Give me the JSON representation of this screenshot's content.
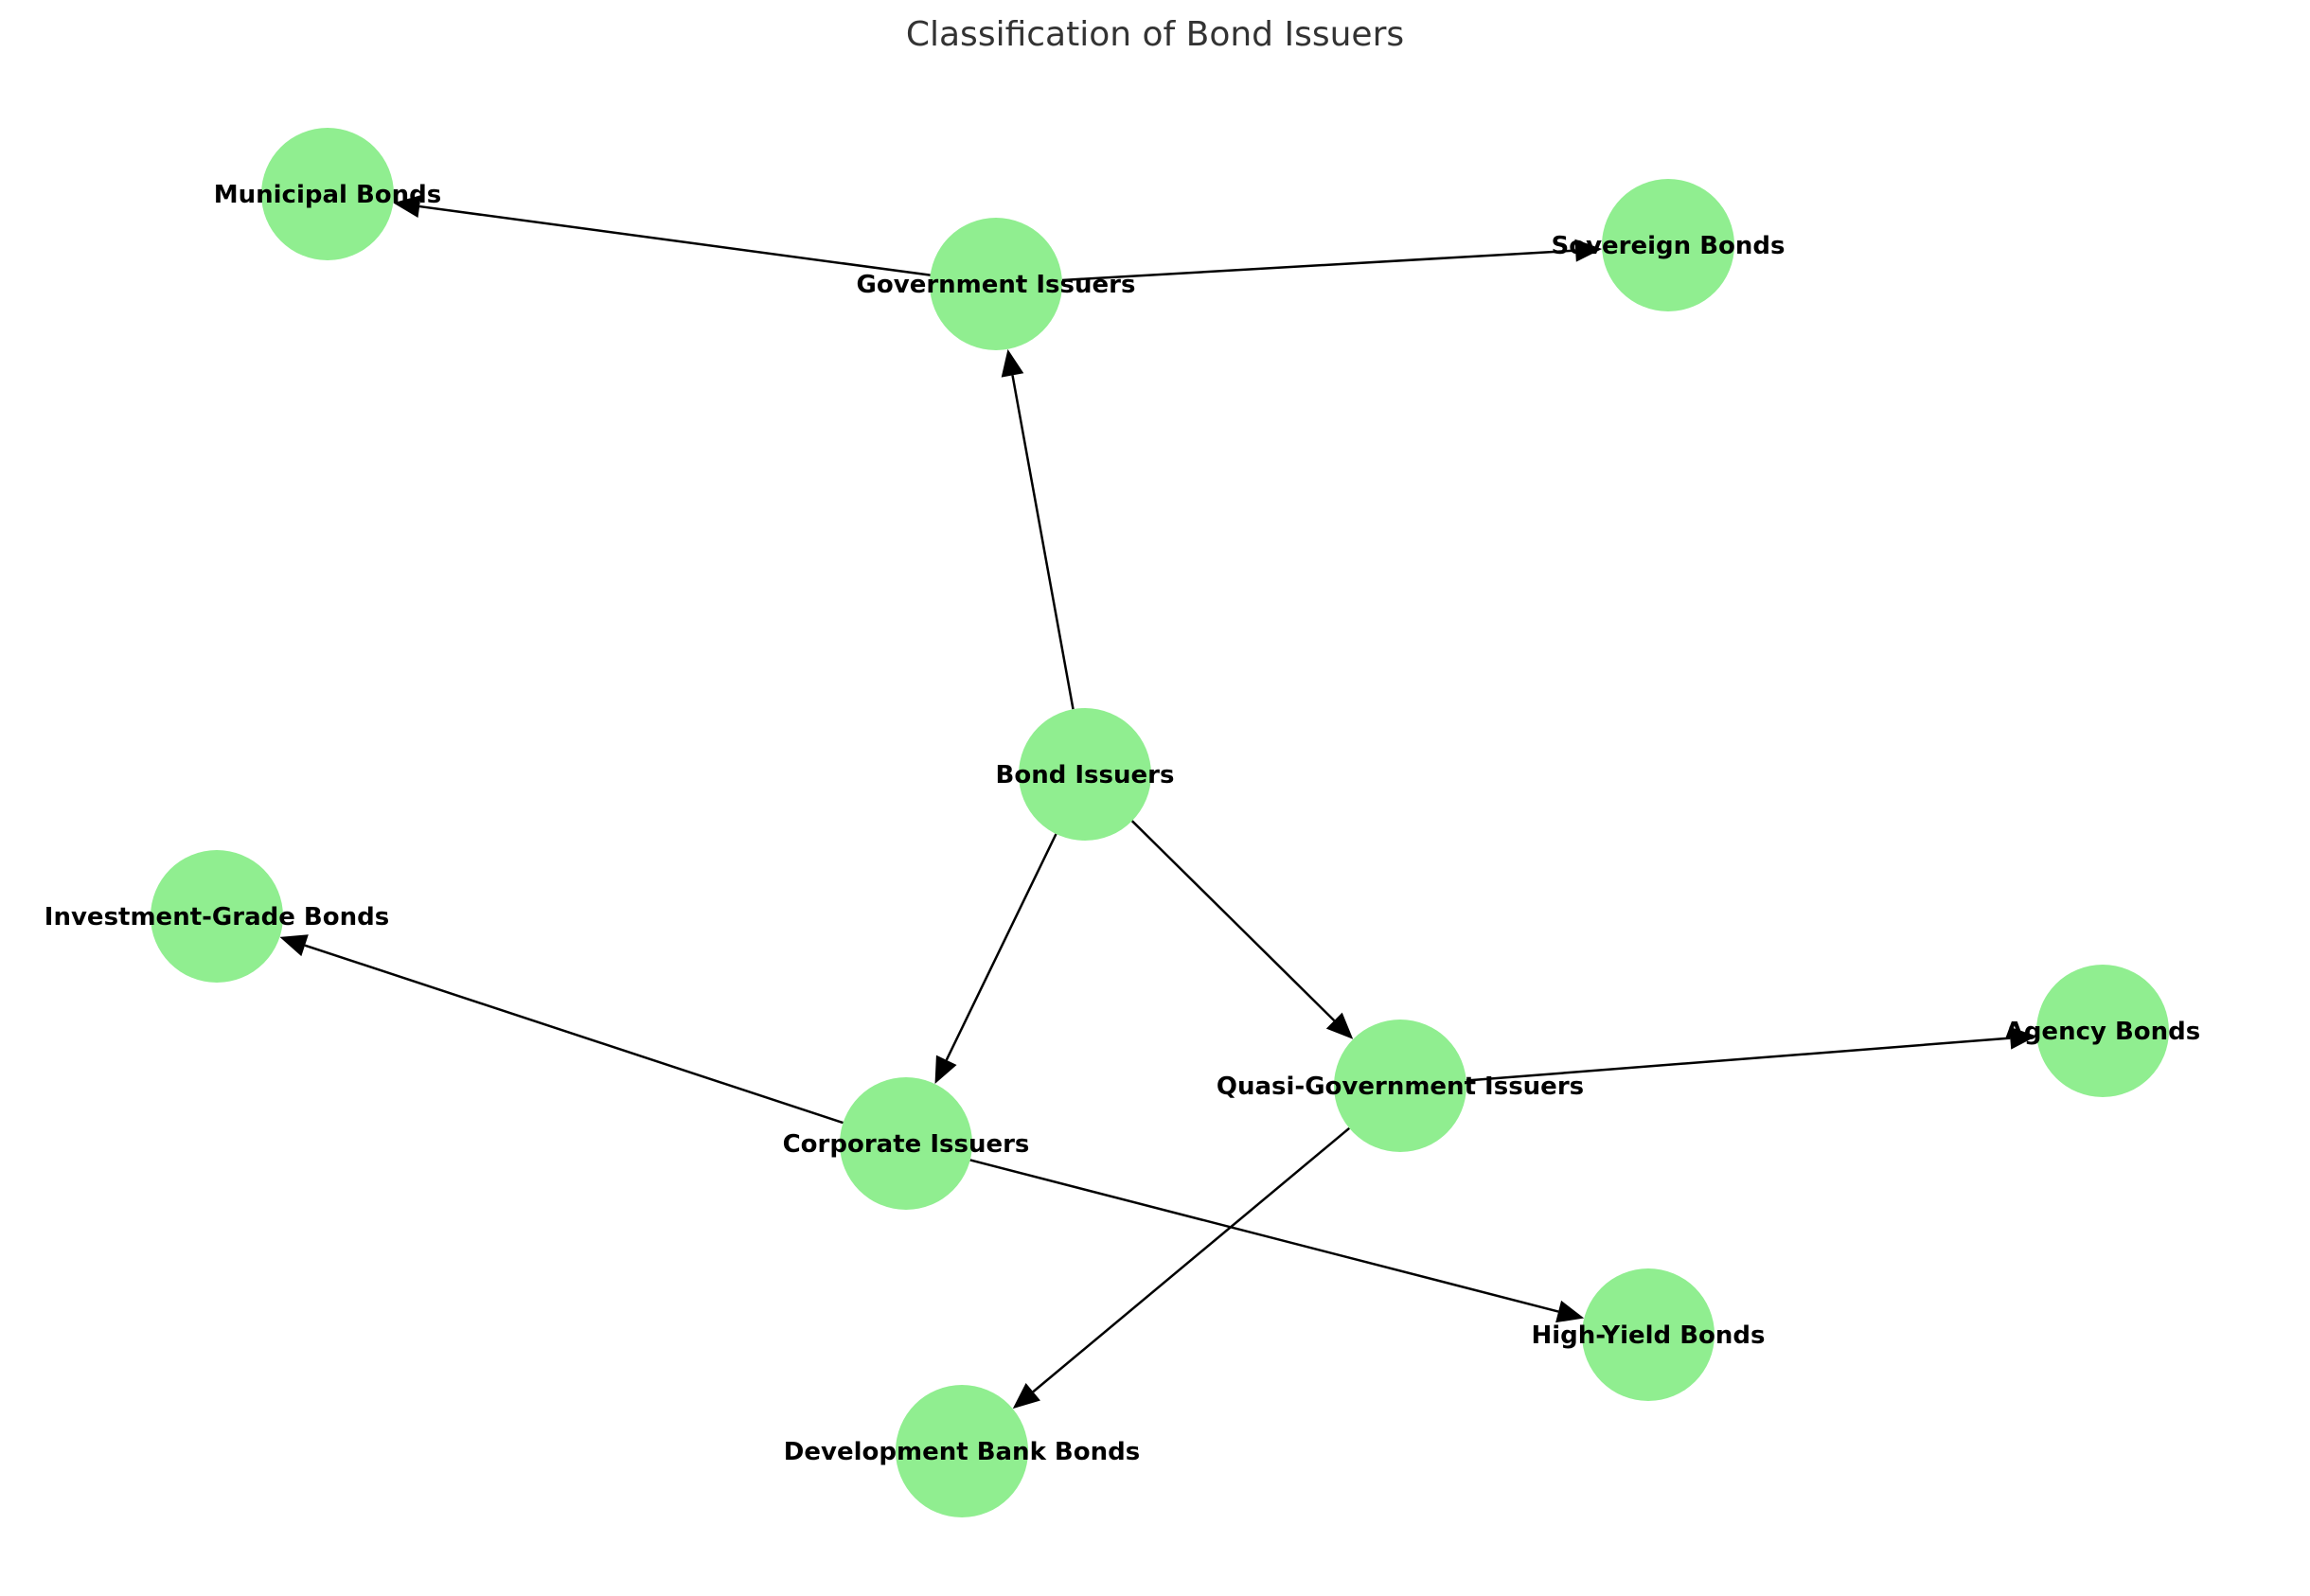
{
  "title": "Classification of Bond Issuers",
  "colors": {
    "node_fill": "#90EE90",
    "edge": "#000000",
    "label": "#000000",
    "title": "#333333"
  },
  "nodes": [
    {
      "id": "bond-issuers",
      "label": "Bond Issuers"
    },
    {
      "id": "government-issuers",
      "label": "Government Issuers"
    },
    {
      "id": "corporate-issuers",
      "label": "Corporate Issuers"
    },
    {
      "id": "quasi-government-issuers",
      "label": "Quasi-Government Issuers"
    },
    {
      "id": "municipal-bonds",
      "label": "Municipal Bonds"
    },
    {
      "id": "sovereign-bonds",
      "label": "Sovereign Bonds"
    },
    {
      "id": "investment-grade-bonds",
      "label": "Investment-Grade Bonds"
    },
    {
      "id": "high-yield-bonds",
      "label": "High-Yield Bonds"
    },
    {
      "id": "agency-bonds",
      "label": "Agency Bonds"
    },
    {
      "id": "development-bank-bonds",
      "label": "Development Bank Bonds"
    }
  ],
  "edges": [
    {
      "from": "bond-issuers",
      "to": "government-issuers"
    },
    {
      "from": "bond-issuers",
      "to": "corporate-issuers"
    },
    {
      "from": "bond-issuers",
      "to": "quasi-government-issuers"
    },
    {
      "from": "government-issuers",
      "to": "municipal-bonds"
    },
    {
      "from": "government-issuers",
      "to": "sovereign-bonds"
    },
    {
      "from": "corporate-issuers",
      "to": "investment-grade-bonds"
    },
    {
      "from": "corporate-issuers",
      "to": "high-yield-bonds"
    },
    {
      "from": "quasi-government-issuers",
      "to": "agency-bonds"
    },
    {
      "from": "quasi-government-issuers",
      "to": "development-bank-bonds"
    }
  ]
}
